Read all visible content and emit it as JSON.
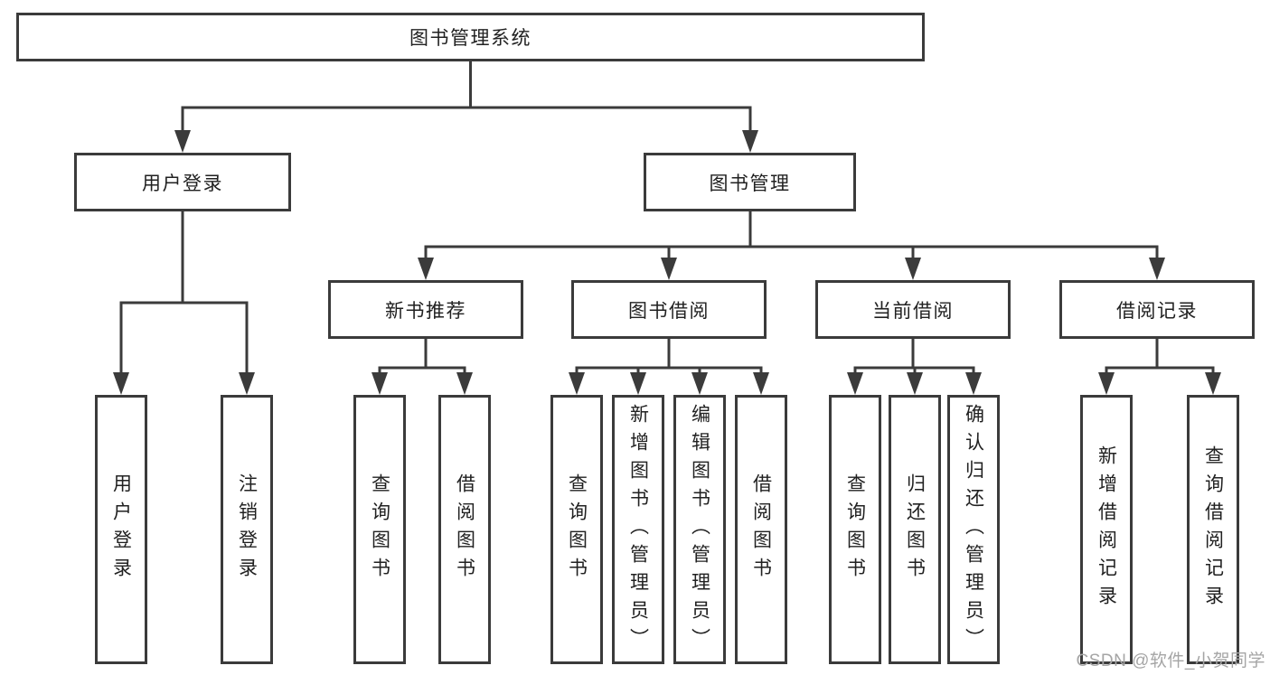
{
  "diagram": {
    "root": {
      "label": "图书管理系统",
      "children": [
        {
          "label": "用户登录",
          "children": [
            {
              "label": "用户登录"
            },
            {
              "label": "注销登录"
            }
          ]
        },
        {
          "label": "图书管理",
          "children": [
            {
              "label": "新书推荐",
              "children": [
                {
                  "label": "查询图书"
                },
                {
                  "label": "借阅图书"
                }
              ]
            },
            {
              "label": "图书借阅",
              "children": [
                {
                  "label": "查询图书"
                },
                {
                  "label": "新增图书（管理员）"
                },
                {
                  "label": "编辑图书（管理员）"
                },
                {
                  "label": "借阅图书"
                }
              ]
            },
            {
              "label": "当前借阅",
              "children": [
                {
                  "label": "查询图书"
                },
                {
                  "label": "归还图书"
                },
                {
                  "label": "确认归还（管理员）"
                }
              ]
            },
            {
              "label": "借阅记录",
              "children": [
                {
                  "label": "新增借阅记录"
                },
                {
                  "label": "查询借阅记录"
                }
              ]
            }
          ]
        }
      ]
    },
    "watermark": "CSDN @软件_小贺同学",
    "colors": {
      "line": "#3b3b3b",
      "text": "#212121",
      "watermark": "#a5a5a5"
    }
  }
}
